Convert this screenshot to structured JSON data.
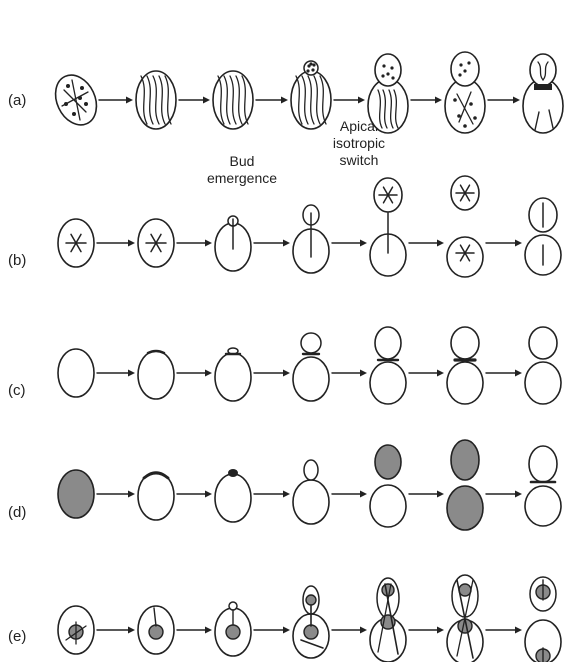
{
  "rows": [
    {
      "id": "a",
      "label": "(a)"
    },
    {
      "id": "b",
      "label": "(b)"
    },
    {
      "id": "c",
      "label": "(c)"
    },
    {
      "id": "d",
      "label": "(d)"
    },
    {
      "id": "e",
      "label": "(e)"
    }
  ],
  "annotations": {
    "bud_emergence": {
      "line1": "Bud",
      "line2": "emergence"
    },
    "apical_switch": {
      "line1": "Apical",
      "line2": "isotropic",
      "line3": "switch"
    }
  },
  "stages_per_row": 7,
  "colors": {
    "ink": "#222222",
    "fill": "#8a8a8a",
    "paper": "#ffffff"
  }
}
